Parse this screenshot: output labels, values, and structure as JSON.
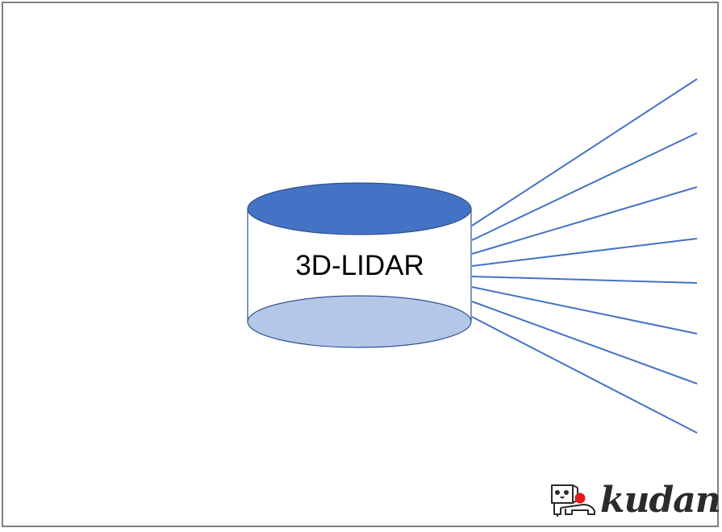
{
  "diagram": {
    "device_label": "3D-LIDAR",
    "beam_count": 8,
    "colors": {
      "top_face": "#4472c4",
      "bottom_face": "#b4c7e7",
      "stroke": "#2f528f",
      "beams": "#4472c4",
      "frame": "#7f7f7f"
    }
  },
  "logo": {
    "text": "kudan",
    "icon": "elephant-mascot-icon"
  }
}
